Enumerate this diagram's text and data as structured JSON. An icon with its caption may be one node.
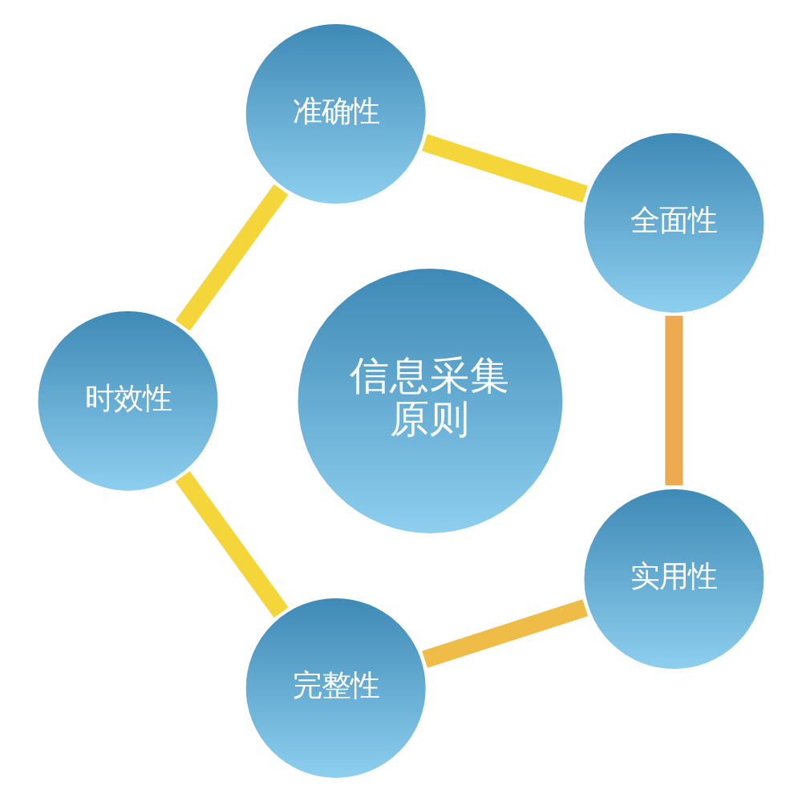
{
  "diagram": {
    "nodes": [
      {
        "text": [
          "信息采集原则"
        ]
      },
      {
        "text": [
          "全面性"
        ]
      },
      {
        "text": [
          "准确性"
        ]
      },
      {
        "text": [
          "时效性"
        ]
      },
      {
        "text": [
          "完整性"
        ]
      },
      {
        "text": [
          "实用性"
        ]
      }
    ],
    "edges": [
      {
        "from": 1,
        "to": 2,
        "arrow": "none"
      },
      {
        "from": 2,
        "to": 3,
        "arrow": "none"
      },
      {
        "from": 3,
        "to": 4,
        "arrow": "none"
      },
      {
        "from": 4,
        "to": 5,
        "arrow": "none",
        "color": "#f0bc48"
      },
      {
        "from": 5,
        "to": 1,
        "arrow": "none",
        "color": "#eeaa50"
      }
    ]
  }
}
